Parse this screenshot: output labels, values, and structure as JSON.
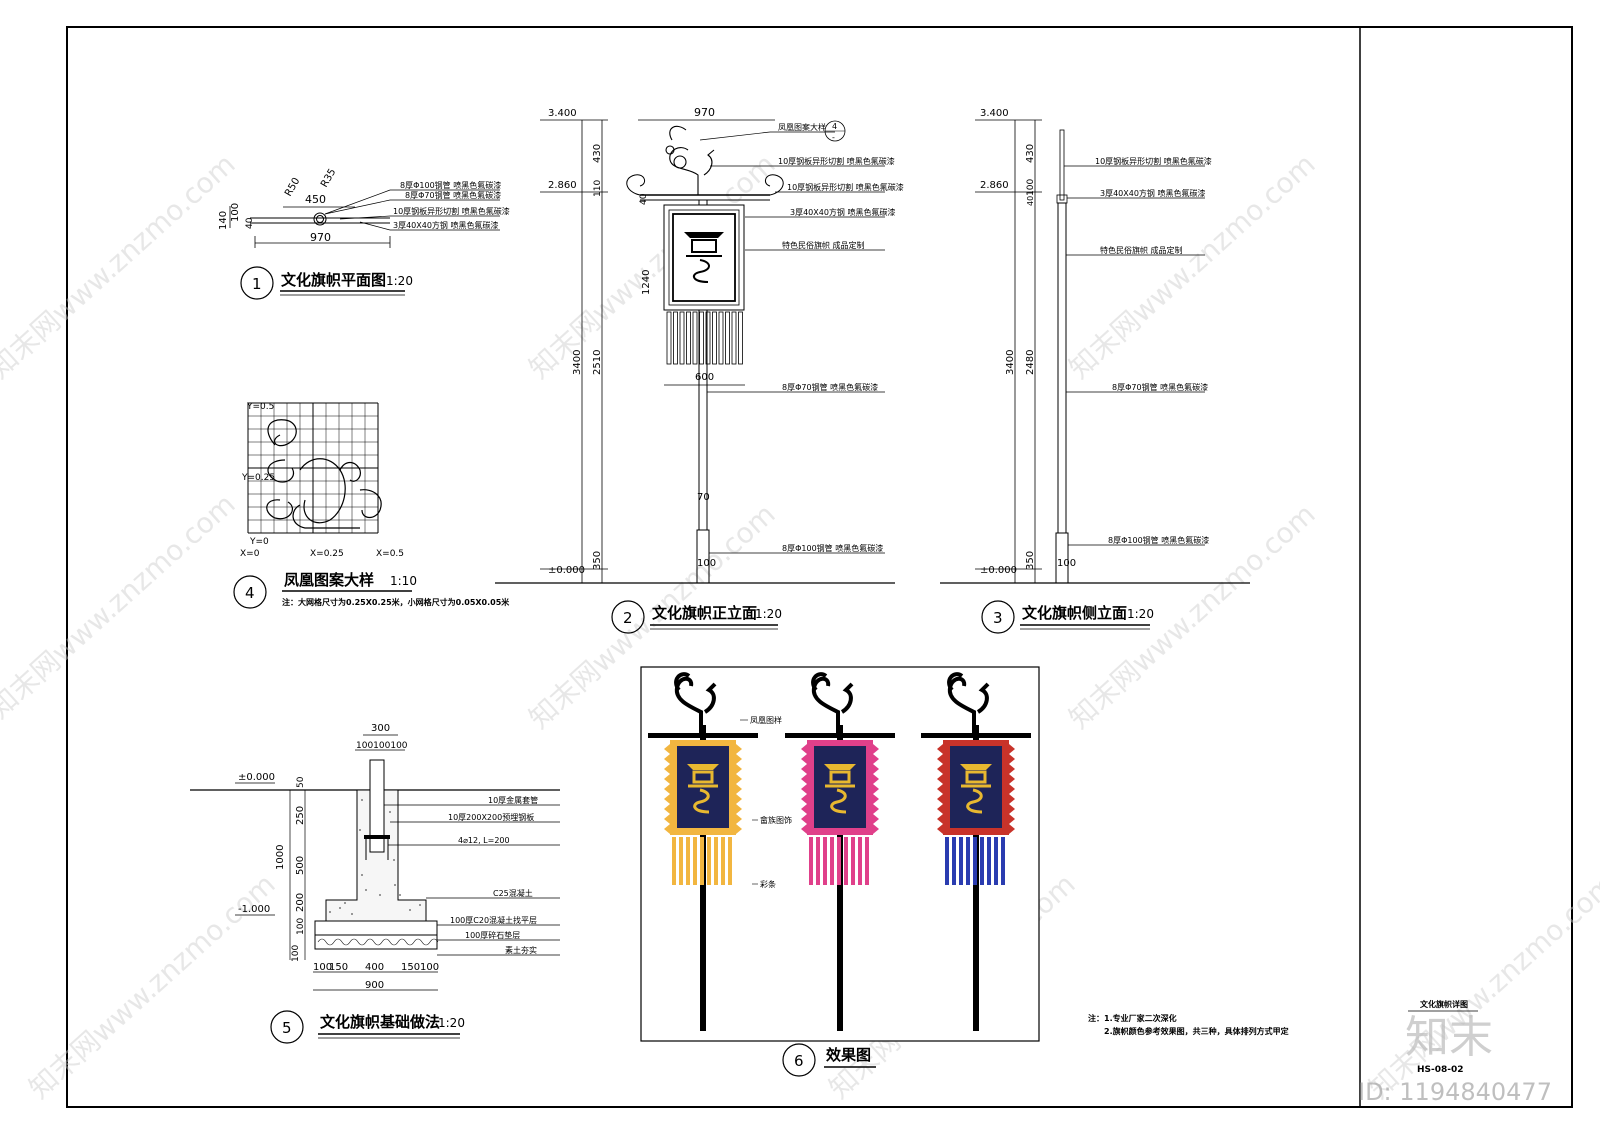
{
  "sheet": {
    "title": "文化旗帜详图",
    "code": "HS-08-02",
    "watermark_logo": "知末",
    "watermark_id": "ID: 1194840477",
    "watermark_url": "知末网www.znzmo.com"
  },
  "notes": {
    "line1": "注：1.专业厂家二次深化",
    "line2": "2.旗帜颜色参考效果图，共三种，具体排列方式甲定"
  },
  "views": {
    "v1": {
      "num": "1",
      "title": "文化旗帜平面图",
      "scale": "1:20",
      "dims": {
        "r50": "R50",
        "r35": "R35",
        "d450": "450",
        "d970": "970",
        "d140": "140",
        "d100": "100",
        "d40": "40"
      },
      "labels": [
        "8厚Φ100钢管  喷黑色氟碳漆",
        "8厚Φ70钢管  喷黑色氟碳漆",
        "10厚钢板异形切割  喷黑色氟碳漆",
        "3厚40X40方钢  喷黑色氟碳漆"
      ]
    },
    "v2": {
      "num": "2",
      "title": "文化旗帜正立面",
      "scale": "1:20",
      "elev": {
        "top": "3.400",
        "mid": "2.860",
        "zero": "±0.000"
      },
      "dims": {
        "w970": "970",
        "h430": "430",
        "h110": "110",
        "h40": "40",
        "h1240": "1240",
        "h3400": "3400",
        "h2510": "2510",
        "w600": "600",
        "d70": "70",
        "h350": "350",
        "d100": "100"
      },
      "labels": [
        "凤凰图案大样",
        "10厚钢板异形切割  喷黑色氟碳漆",
        "10厚钢板异形切割  喷黑色氟碳漆",
        "3厚40X40方钢  喷黑色氟碳漆",
        "特色民俗旗帜  成品定制",
        "8厚Φ70钢管  喷黑色氟碳漆",
        "8厚Φ100钢管  喷黑色氟碳漆"
      ],
      "callout_num": "4",
      "callout_sheet": "-"
    },
    "v3": {
      "num": "3",
      "title": "文化旗帜侧立面",
      "scale": "1:20",
      "elev": {
        "top": "3.400",
        "mid": "2.860",
        "zero": "±0.000"
      },
      "dims": {
        "h430": "430",
        "h100": "100",
        "h40": "40",
        "h3400": "3400",
        "h2480": "2480",
        "h350": "350",
        "d100": "100"
      },
      "labels": [
        "10厚钢板异形切割  喷黑色氟碳漆",
        "3厚40X40方钢  喷黑色氟碳漆",
        "特色民俗旗帜  成品定制",
        "8厚Φ70钢管  喷黑色氟碳漆",
        "8厚Φ100钢管  喷黑色氟碳漆"
      ]
    },
    "v4": {
      "num": "4",
      "title": "凤凰图案大样",
      "scale": "1:10",
      "note": "注：大网格尺寸为0.25X0.25米，小网格尺寸为0.05X0.05米",
      "axes": {
        "y05": "Y=0.5",
        "y025": "Y=0.25",
        "y0": "Y=0",
        "x0": "X=0",
        "x025": "X=0.25",
        "x05": "X=0.5"
      }
    },
    "v5": {
      "num": "5",
      "title": "文化旗帜基础做法",
      "scale": "1:20",
      "elev": {
        "zero": "±0.000",
        "neg": "-1.000"
      },
      "dims": {
        "w300": "300",
        "w100s": "100100100",
        "h50": "50",
        "h250": "250",
        "h500": "500",
        "h1000": "1000",
        "h200": "200",
        "h100a": "100",
        "h100b": "100",
        "b100": "100",
        "b150": "150",
        "b400": "400",
        "b150b": "150",
        "b100b": "100",
        "b900": "900"
      },
      "labels": [
        "10厚金属套管",
        "10厚200X200预埋钢板",
        "4⌀12, L=200",
        "C25混凝土",
        "100厚C20混凝土找平层",
        "100厚碎石垫层",
        "素土夯实"
      ]
    },
    "v6": {
      "num": "6",
      "title": "效果图",
      "labels": {
        "phoenix": "凤凰图样",
        "pattern": "畲族图饰",
        "strips": "彩条"
      }
    }
  },
  "colors": {
    "line": "#000000",
    "flag_body": "#1e2458",
    "flag_emblem": "#e8b830",
    "yellow": "#f2b640",
    "pink": "#e0408a",
    "blue": "#2a3cb0",
    "border_red": "#c8332a",
    "panel_sand": "#f0e2c0"
  }
}
